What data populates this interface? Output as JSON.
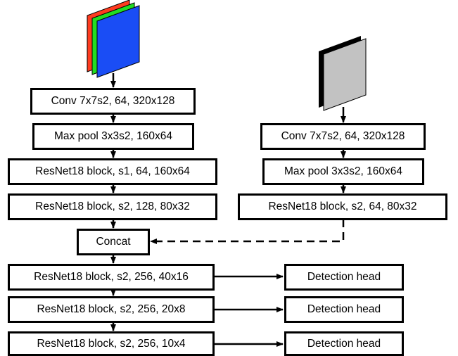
{
  "left_branch": {
    "conv": "Conv 7x7s2, 64, 320x128",
    "maxpool": "Max pool 3x3s2, 160x64",
    "block1": "ResNet18 block, s1, 64, 160x64",
    "block2": "ResNet18 block, s2, 128, 80x32"
  },
  "right_branch": {
    "conv": "Conv 7x7s2, 64, 320x128",
    "maxpool": "Max pool 3x3s2, 160x64",
    "block": "ResNet18 block, s2, 64, 80x32"
  },
  "concat": "Concat",
  "trunk": [
    "ResNet18 block, s2, 256, 40x16",
    "ResNet18 block, s2, 256, 20x8",
    "ResNet18 block, s2, 256, 10x4"
  ],
  "heads": [
    "Detection head",
    "Detection head",
    "Detection head"
  ],
  "colors": {
    "rgb_red": "#ff3b1f",
    "rgb_green": "#22dd22",
    "rgb_blue": "#1a4df5",
    "gray_image": "#c2c2c2",
    "gray_edge": "#000000"
  },
  "icons": {
    "rgb_input": "rgb-image-stack-icon",
    "gray_input": "grayscale-image-icon"
  }
}
